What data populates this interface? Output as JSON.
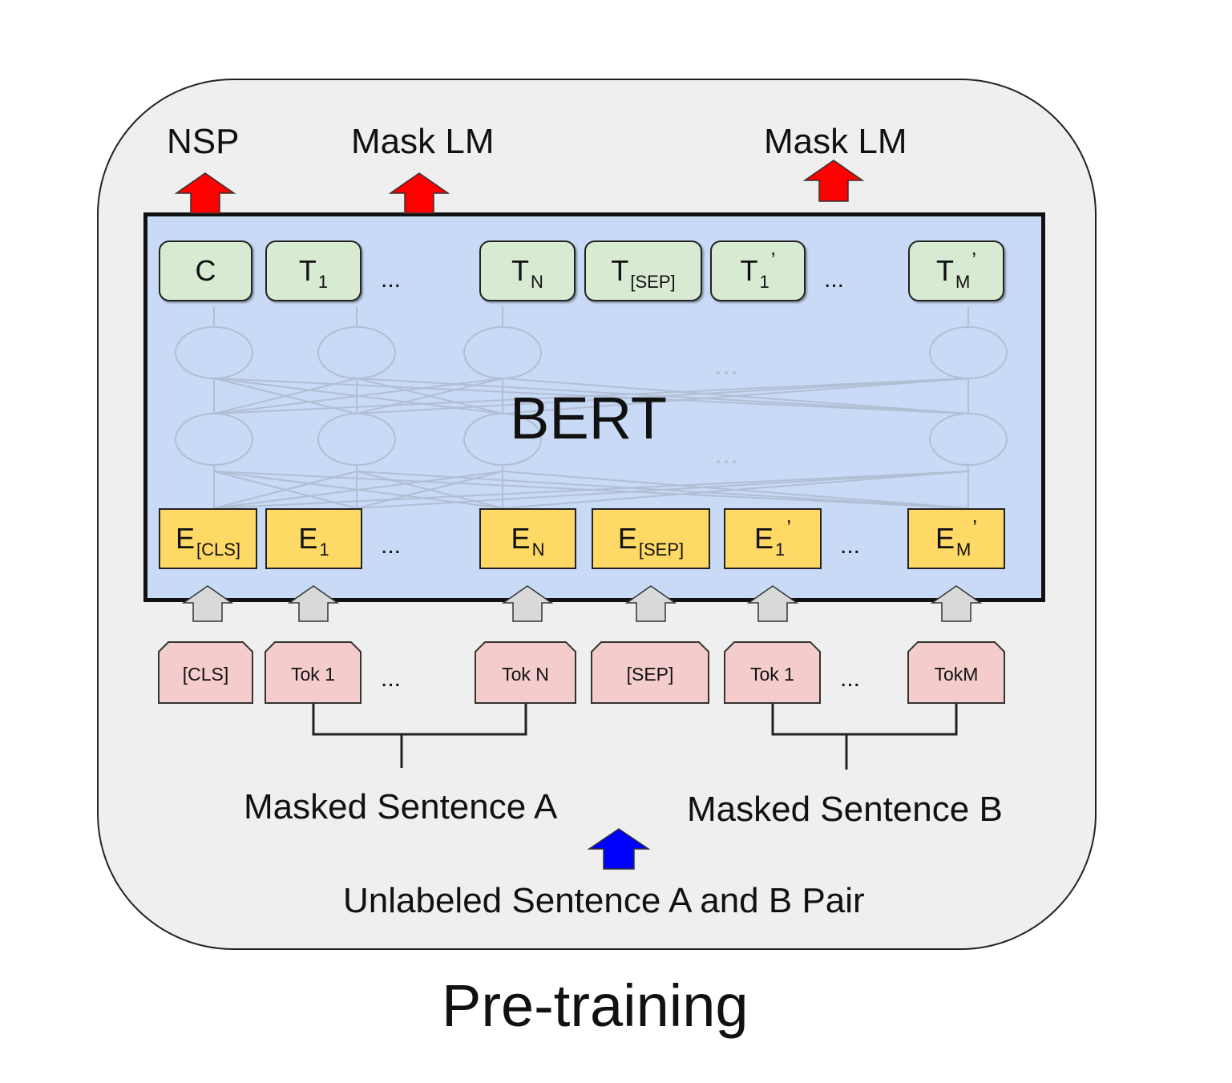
{
  "outputs": {
    "nsp": "NSP",
    "mlm1": "Mask LM",
    "mlm2": "Mask LM"
  },
  "model_label": "BERT",
  "t_boxes": [
    {
      "main": "C",
      "sub": "",
      "prime": ""
    },
    {
      "main": "T",
      "sub": "1",
      "prime": ""
    },
    {
      "main": "T",
      "sub": "N",
      "prime": ""
    },
    {
      "main": "T",
      "sub": "[SEP]",
      "prime": ""
    },
    {
      "main": "T",
      "sub": "1",
      "prime": "’"
    },
    {
      "main": "T",
      "sub": "M",
      "prime": "’"
    }
  ],
  "e_boxes": [
    {
      "main": "E",
      "sub": "[CLS]",
      "prime": ""
    },
    {
      "main": "E",
      "sub": "1",
      "prime": ""
    },
    {
      "main": "E",
      "sub": "N",
      "prime": ""
    },
    {
      "main": "E",
      "sub": "[SEP]",
      "prime": ""
    },
    {
      "main": "E",
      "sub": "1",
      "prime": "’"
    },
    {
      "main": "E",
      "sub": "M",
      "prime": "’"
    }
  ],
  "tokens": [
    "[CLS]",
    "Tok 1",
    "Tok N",
    "[SEP]",
    "Tok 1",
    "TokM"
  ],
  "ellipsis": "...",
  "sentence_a": "Masked Sentence A",
  "sentence_b": "Masked Sentence B",
  "input_label": "Unlabeled Sentence A and B Pair",
  "caption": "Pre-training",
  "colors": {
    "frame": "#efefef",
    "bert_fill": "#c9daf6",
    "t_fill": "#d9ead3",
    "e_fill": "#ffd966",
    "token_fill": "#f4cccc",
    "output_arrow": "#ff0000",
    "input_arrow": "#0000ff",
    "embed_arrow": "#d9d9d9"
  }
}
